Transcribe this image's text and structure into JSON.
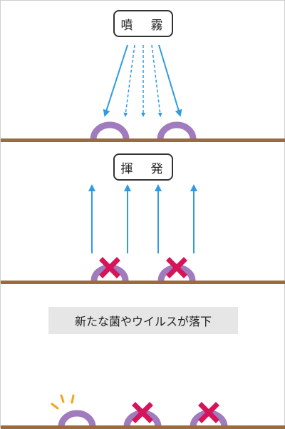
{
  "panels": {
    "spray": {
      "title": "噴　霧"
    },
    "evaporate": {
      "title": "揮　発"
    },
    "fall": {
      "caption": "新たな菌やウイルスが落下"
    }
  },
  "colors": {
    "shelf": "#9b6b3e",
    "arrow": "#2f9be3",
    "germ": "#a07bbd",
    "cross": "#d6145a",
    "spark": "#f3a51d"
  }
}
